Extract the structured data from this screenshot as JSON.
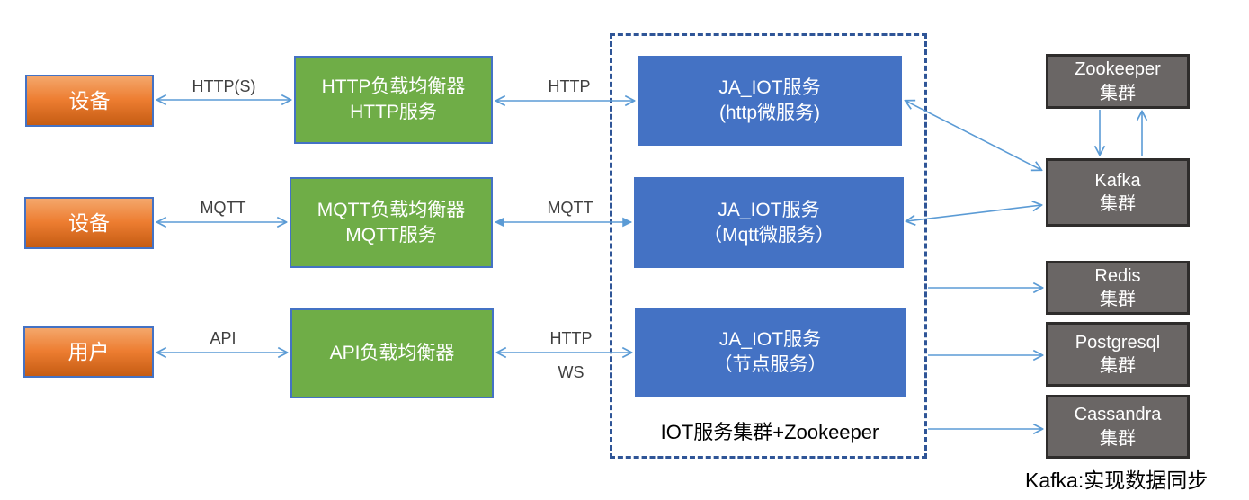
{
  "diagram_title": "IOT service cluster architecture",
  "colors": {
    "orange_fill_top": "#f4a76b",
    "orange_fill_bottom": "#c55c13",
    "orange_border": "#4472c4",
    "green_fill": "#6fad47",
    "green_border": "#4472c4",
    "blue_fill": "#4472c4",
    "gray_fill": "#6a6665",
    "gray_border": "#2e2c2b",
    "dashed_border": "#2f5597",
    "arrow": "#5b9bd5",
    "edge_label_text": "#3f3f3f",
    "caption_text": "#000000"
  },
  "nodes": {
    "orange": [
      {
        "line1": "设备"
      },
      {
        "line1": "设备"
      },
      {
        "line1": "用户"
      }
    ],
    "green": [
      {
        "line1": "HTTP负载均衡器",
        "line2": "HTTP服务"
      },
      {
        "line1": "MQTT负载均衡器",
        "line2": "MQTT服务"
      },
      {
        "line1": "API负载均衡器"
      }
    ],
    "blue": [
      {
        "line1": "JA_IOT服务",
        "line2": "(http微服务)"
      },
      {
        "line1": "JA_IOT服务",
        "line2": "（Mqtt微服务）"
      },
      {
        "line1": "JA_IOT服务",
        "line2": "（节点服务）"
      }
    ],
    "gray": [
      {
        "line1": "Zookeeper",
        "line2": "集群"
      },
      {
        "line1": "Kafka",
        "line2": "集群"
      },
      {
        "line1": "Redis",
        "line2": "集群"
      },
      {
        "line1": "Postgresql",
        "line2": "集群"
      },
      {
        "line1": "Cassandra",
        "line2": "集群"
      }
    ]
  },
  "edge_labels": {
    "http_s": "HTTP(S)",
    "http_lb": "HTTP",
    "mqtt_dev": "MQTT",
    "mqtt_lb": "MQTT",
    "api": "API",
    "http_api": "HTTP",
    "ws": "WS"
  },
  "captions": {
    "cluster": "IOT服务集群+Zookeeper",
    "kafka_note": "Kafka:实现数据同步"
  }
}
